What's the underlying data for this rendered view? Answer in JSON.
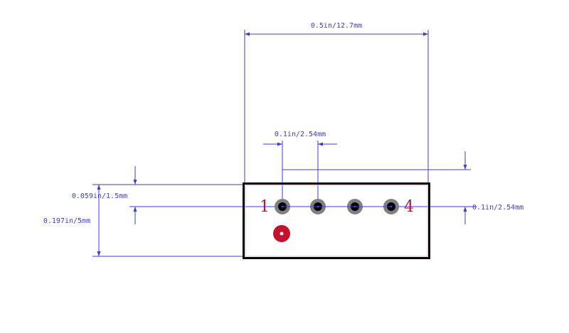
{
  "dimensions": {
    "total_width": "0.5in/12.7mm",
    "pin_pitch": "0.1in/2.54mm",
    "row_offset_top": "0.059in/1.5mm",
    "body_height": "0.197in/5mm",
    "row_to_ref": "0.1in/2.54mm"
  },
  "pins": {
    "first_label": "1",
    "last_label": "4",
    "count": 4
  },
  "colors": {
    "dimension": "#3b3bdc",
    "outline": "#000000",
    "pad": "#808080",
    "hole": "#000000",
    "marker": "#c8102e",
    "label": "#b0183a"
  }
}
